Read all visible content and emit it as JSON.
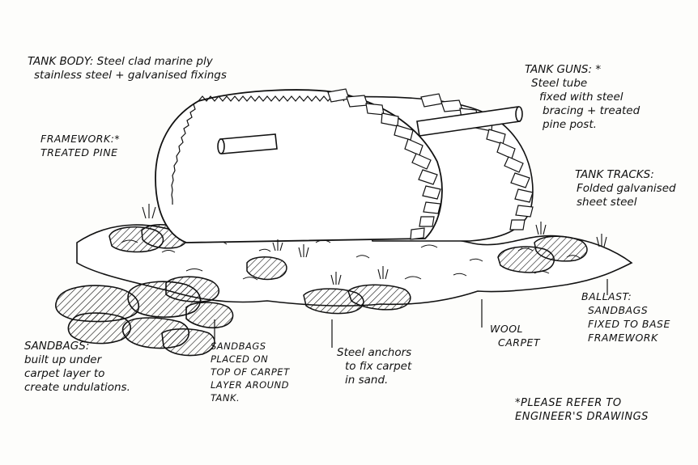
{
  "labels": {
    "tank_body": [
      "TANK BODY: Steel clad marine ply",
      "stainless steel + galvanised fixings"
    ],
    "framework": [
      "FRAMEWORK:*",
      "TREATED PINE"
    ],
    "tank_guns": [
      "TANK GUNS: *",
      "Steel tube",
      "fixed with steel",
      "bracing + treated",
      "pine post."
    ],
    "tank_tracks": [
      "TANK TRACKS:",
      "Folded galvanised",
      "sheet steel"
    ],
    "ballast": [
      "BALLAST:",
      "SANDBAGS",
      "FIXED TO BASE",
      "FRAMEWORK"
    ],
    "sandbags_built": [
      "SANDBAGS:",
      "built up under",
      "carpet layer to",
      "create undulations."
    ],
    "sandbags_placed": [
      "SANDBAGS",
      "PLACED ON",
      "TOP OF CARPET",
      "LAYER AROUND",
      "TANK."
    ],
    "steel_anchors": [
      "Steel anchors",
      "to fix carpet",
      "in sand."
    ],
    "wool_carpet": [
      "WOOL",
      "CARPET"
    ],
    "engineer_note": [
      "*PLEASE REFER TO",
      "ENGINEER'S DRAWINGS"
    ]
  },
  "colors": {
    "ink": "#111111",
    "paper": "#fdfdfb",
    "tank_fill": "#ffffff"
  }
}
